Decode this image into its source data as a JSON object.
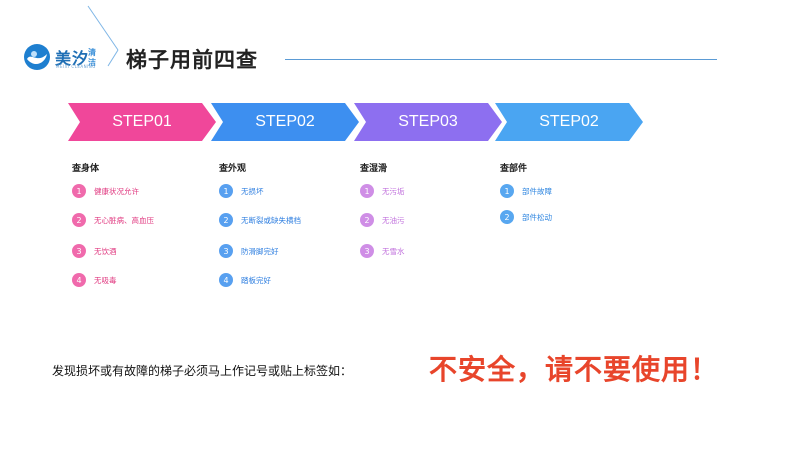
{
  "brand": {
    "name": "美汐",
    "tag": "清洁",
    "sub": "MEIXI CLEANING"
  },
  "title": "梯子用前四查",
  "steps": [
    {
      "label": "STEP01",
      "color": "#f0479a"
    },
    {
      "label": "STEP02",
      "color": "#3d8ff0"
    },
    {
      "label": "STEP03",
      "color": "#8d6ff0"
    },
    {
      "label": "STEP02",
      "color": "#4aa5f2"
    }
  ],
  "columns": [
    {
      "heading": "查身体",
      "color": "#ee4c9a",
      "items": [
        {
          "num": "1",
          "text": "健康状况允许"
        },
        {
          "num": "2",
          "text": "无心脏病、高血压"
        },
        {
          "num": "3",
          "text": "无饮酒"
        },
        {
          "num": "4",
          "text": "无吸毒"
        }
      ]
    },
    {
      "heading": "查外观",
      "color": "#3f8ff0",
      "items": [
        {
          "num": "1",
          "text": "无损坏"
        },
        {
          "num": "2",
          "text": "无断裂或缺失横档"
        },
        {
          "num": "3",
          "text": "防滑脚完好"
        },
        {
          "num": "4",
          "text": "踏板完好"
        }
      ]
    },
    {
      "heading": "查湿滑",
      "color": "#c97fe0",
      "items": [
        {
          "num": "1",
          "text": "无污垢"
        },
        {
          "num": "2",
          "text": "无油污"
        },
        {
          "num": "3",
          "text": "无雪水"
        }
      ]
    },
    {
      "heading": "查部件",
      "color": "#4d9ff0",
      "items": [
        {
          "num": "1",
          "text": "部件故障"
        },
        {
          "num": "2",
          "text": "部件松动"
        }
      ]
    }
  ],
  "notice": "发现损坏或有故障的梯子必须马上作记号或贴上标签如：",
  "warning": "不安全，请不要使用！"
}
